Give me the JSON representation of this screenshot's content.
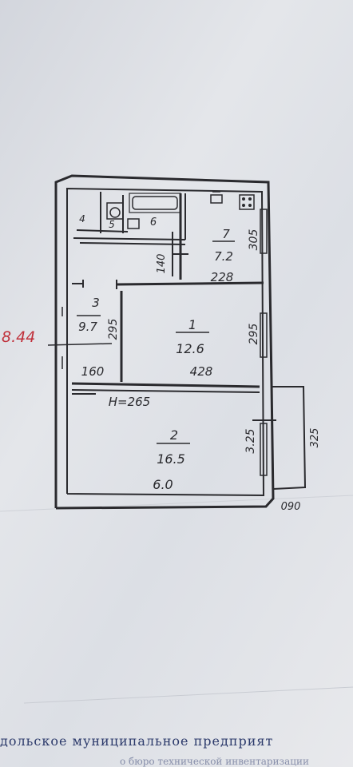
{
  "rooms": [
    {
      "number": "1",
      "area": "12.6",
      "dim_width": "428",
      "dim_height": "295"
    },
    {
      "number": "2",
      "area": "16.5",
      "dim_width": "6.0",
      "dim_height": "3.25"
    },
    {
      "number": "3",
      "area": "9.7",
      "dim_width": "160",
      "dim_height": "295"
    },
    {
      "number": "4"
    },
    {
      "number": "5"
    },
    {
      "number": "6"
    },
    {
      "number": "7",
      "area": "7.2",
      "dim_width": "228",
      "dim_height": "305"
    }
  ],
  "labels": {
    "ceiling_height": "H=265",
    "hall_dim": "140",
    "balcony_depth": "090",
    "balcony_len": "325",
    "red_note": "8.44"
  },
  "footer": {
    "line1": "дольское муниципальное предприят",
    "line2": "о бюро технической инвентаризации"
  },
  "colors": {
    "ink": "#2a2a2e",
    "red_note": "#c0303a",
    "footer_ink": "#2c3a6b"
  }
}
